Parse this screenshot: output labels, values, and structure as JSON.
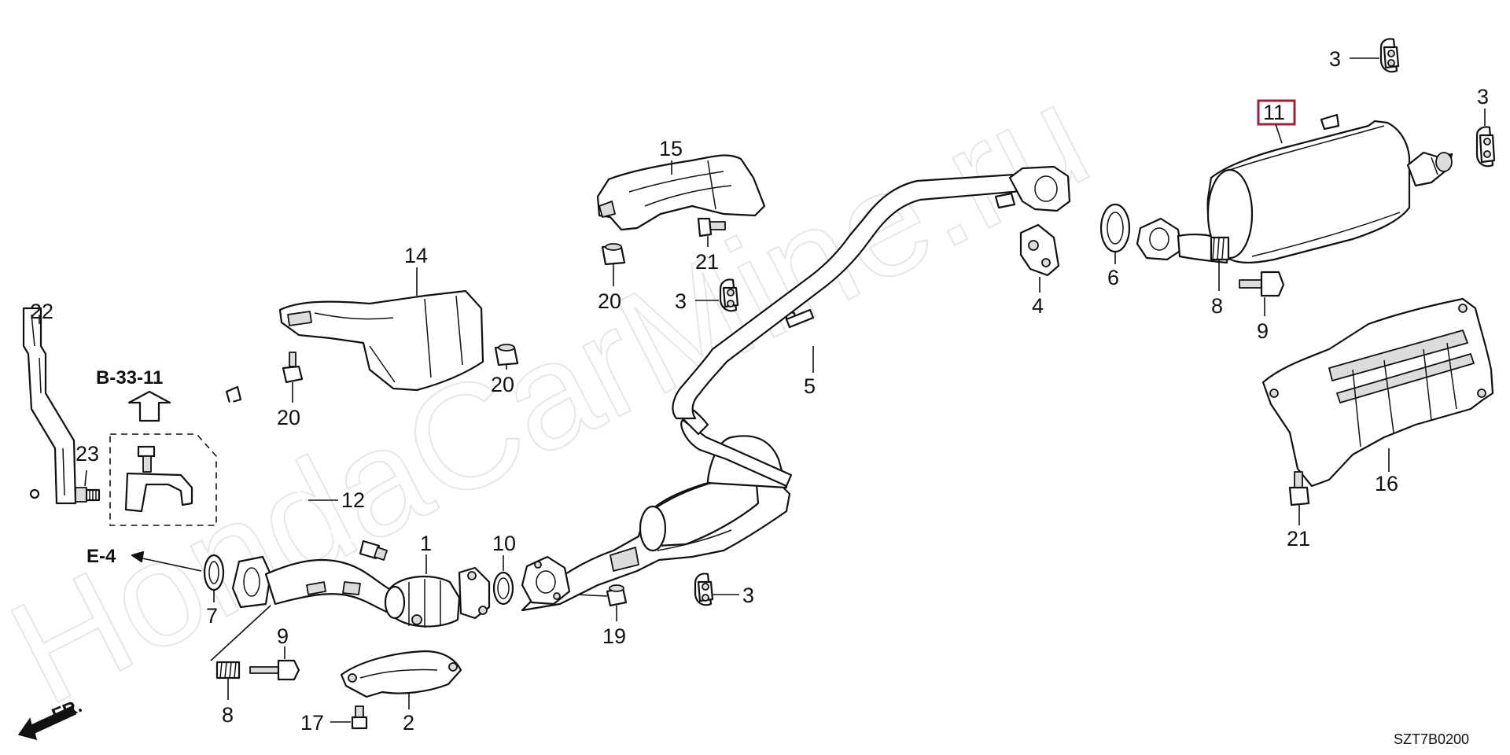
{
  "watermark": "HondaCarMine.ru",
  "diagram_code": "SZT7B0200",
  "front_label": "FR.",
  "references": {
    "b33": "B-33-11",
    "e4": "E-4"
  },
  "callouts": {
    "c1": "1",
    "c2": "2",
    "c3a": "3",
    "c3b": "3",
    "c3c": "3",
    "c3d": "3",
    "c4": "4",
    "c5": "5",
    "c6": "6",
    "c7": "7",
    "c8a": "8",
    "c8b": "8",
    "c9a": "9",
    "c9b": "9",
    "c10": "10",
    "c11": "11",
    "c12": "12",
    "c14": "14",
    "c15": "15",
    "c16": "16",
    "c17": "17",
    "c19": "19",
    "c20a": "20",
    "c20b": "20",
    "c20c": "20",
    "c21a": "21",
    "c21b": "21",
    "c22": "22",
    "c23": "23"
  },
  "colors": {
    "highlight": "#a0203a",
    "ink": "#111111",
    "watermark": "#e6e6e6"
  }
}
